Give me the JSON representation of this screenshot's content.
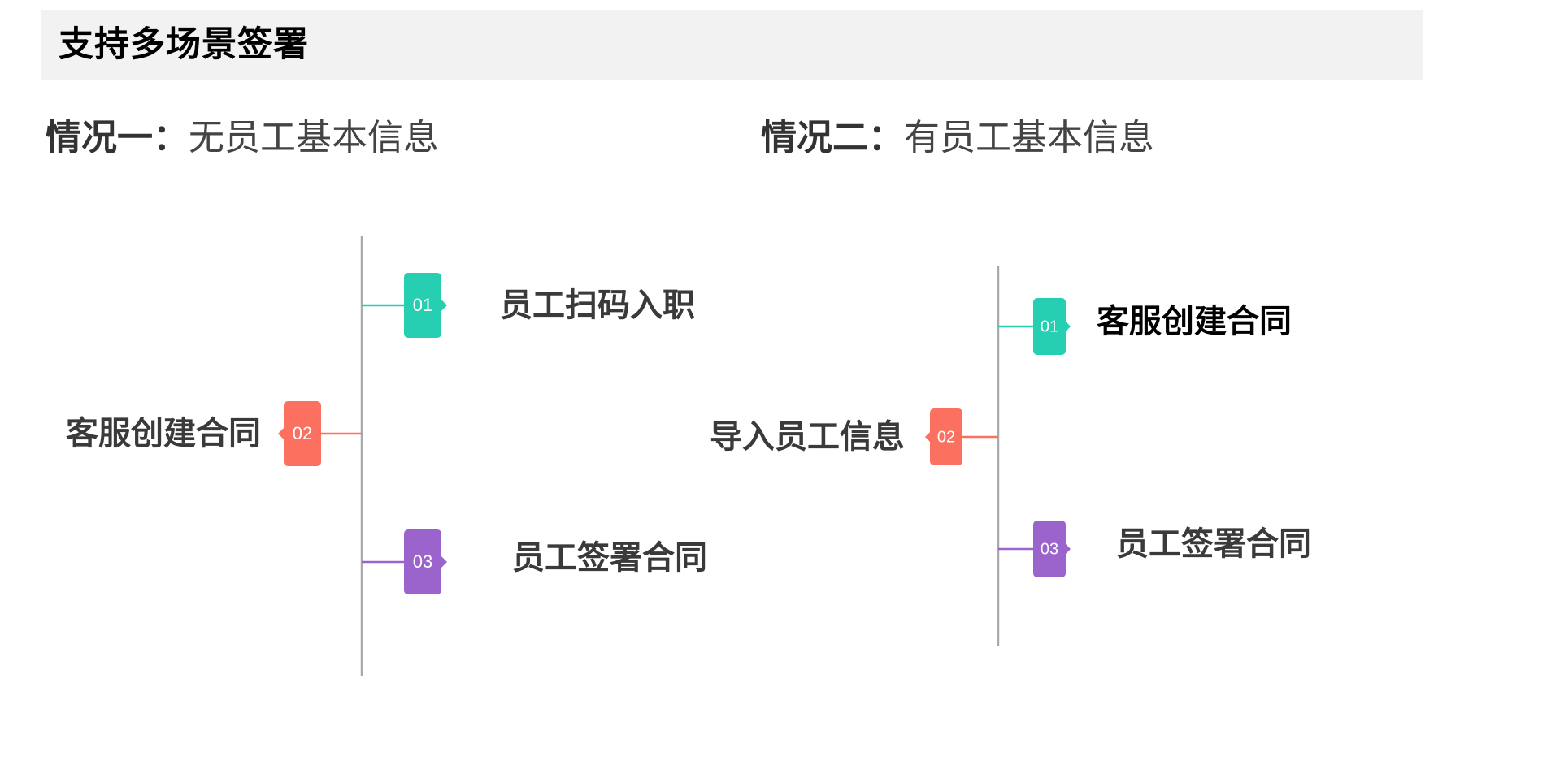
{
  "header": {
    "title": "支持多场景签署"
  },
  "colors": {
    "teal": "#26cfb1",
    "coral": "#fb705f",
    "purple": "#9b63cc",
    "axis": "#aaaaaa",
    "header_bg": "#f2f2f2"
  },
  "case_one": {
    "title_lead": "情况一：",
    "title_rest": "无员工基本信息",
    "steps": [
      {
        "number": "01",
        "label": "员工扫码入职",
        "color": "teal"
      },
      {
        "number": "02",
        "label": "客服创建合同",
        "color": "coral"
      },
      {
        "number": "03",
        "label": "员工签署合同",
        "color": "purple"
      }
    ]
  },
  "case_two": {
    "title_lead": "情况二：",
    "title_rest": "有员工基本信息",
    "steps": [
      {
        "number": "01",
        "label": "客服创建合同",
        "color": "teal"
      },
      {
        "number": "02",
        "label": "导入员工信息",
        "color": "coral"
      },
      {
        "number": "03",
        "label": "员工签署合同",
        "color": "purple"
      }
    ]
  }
}
